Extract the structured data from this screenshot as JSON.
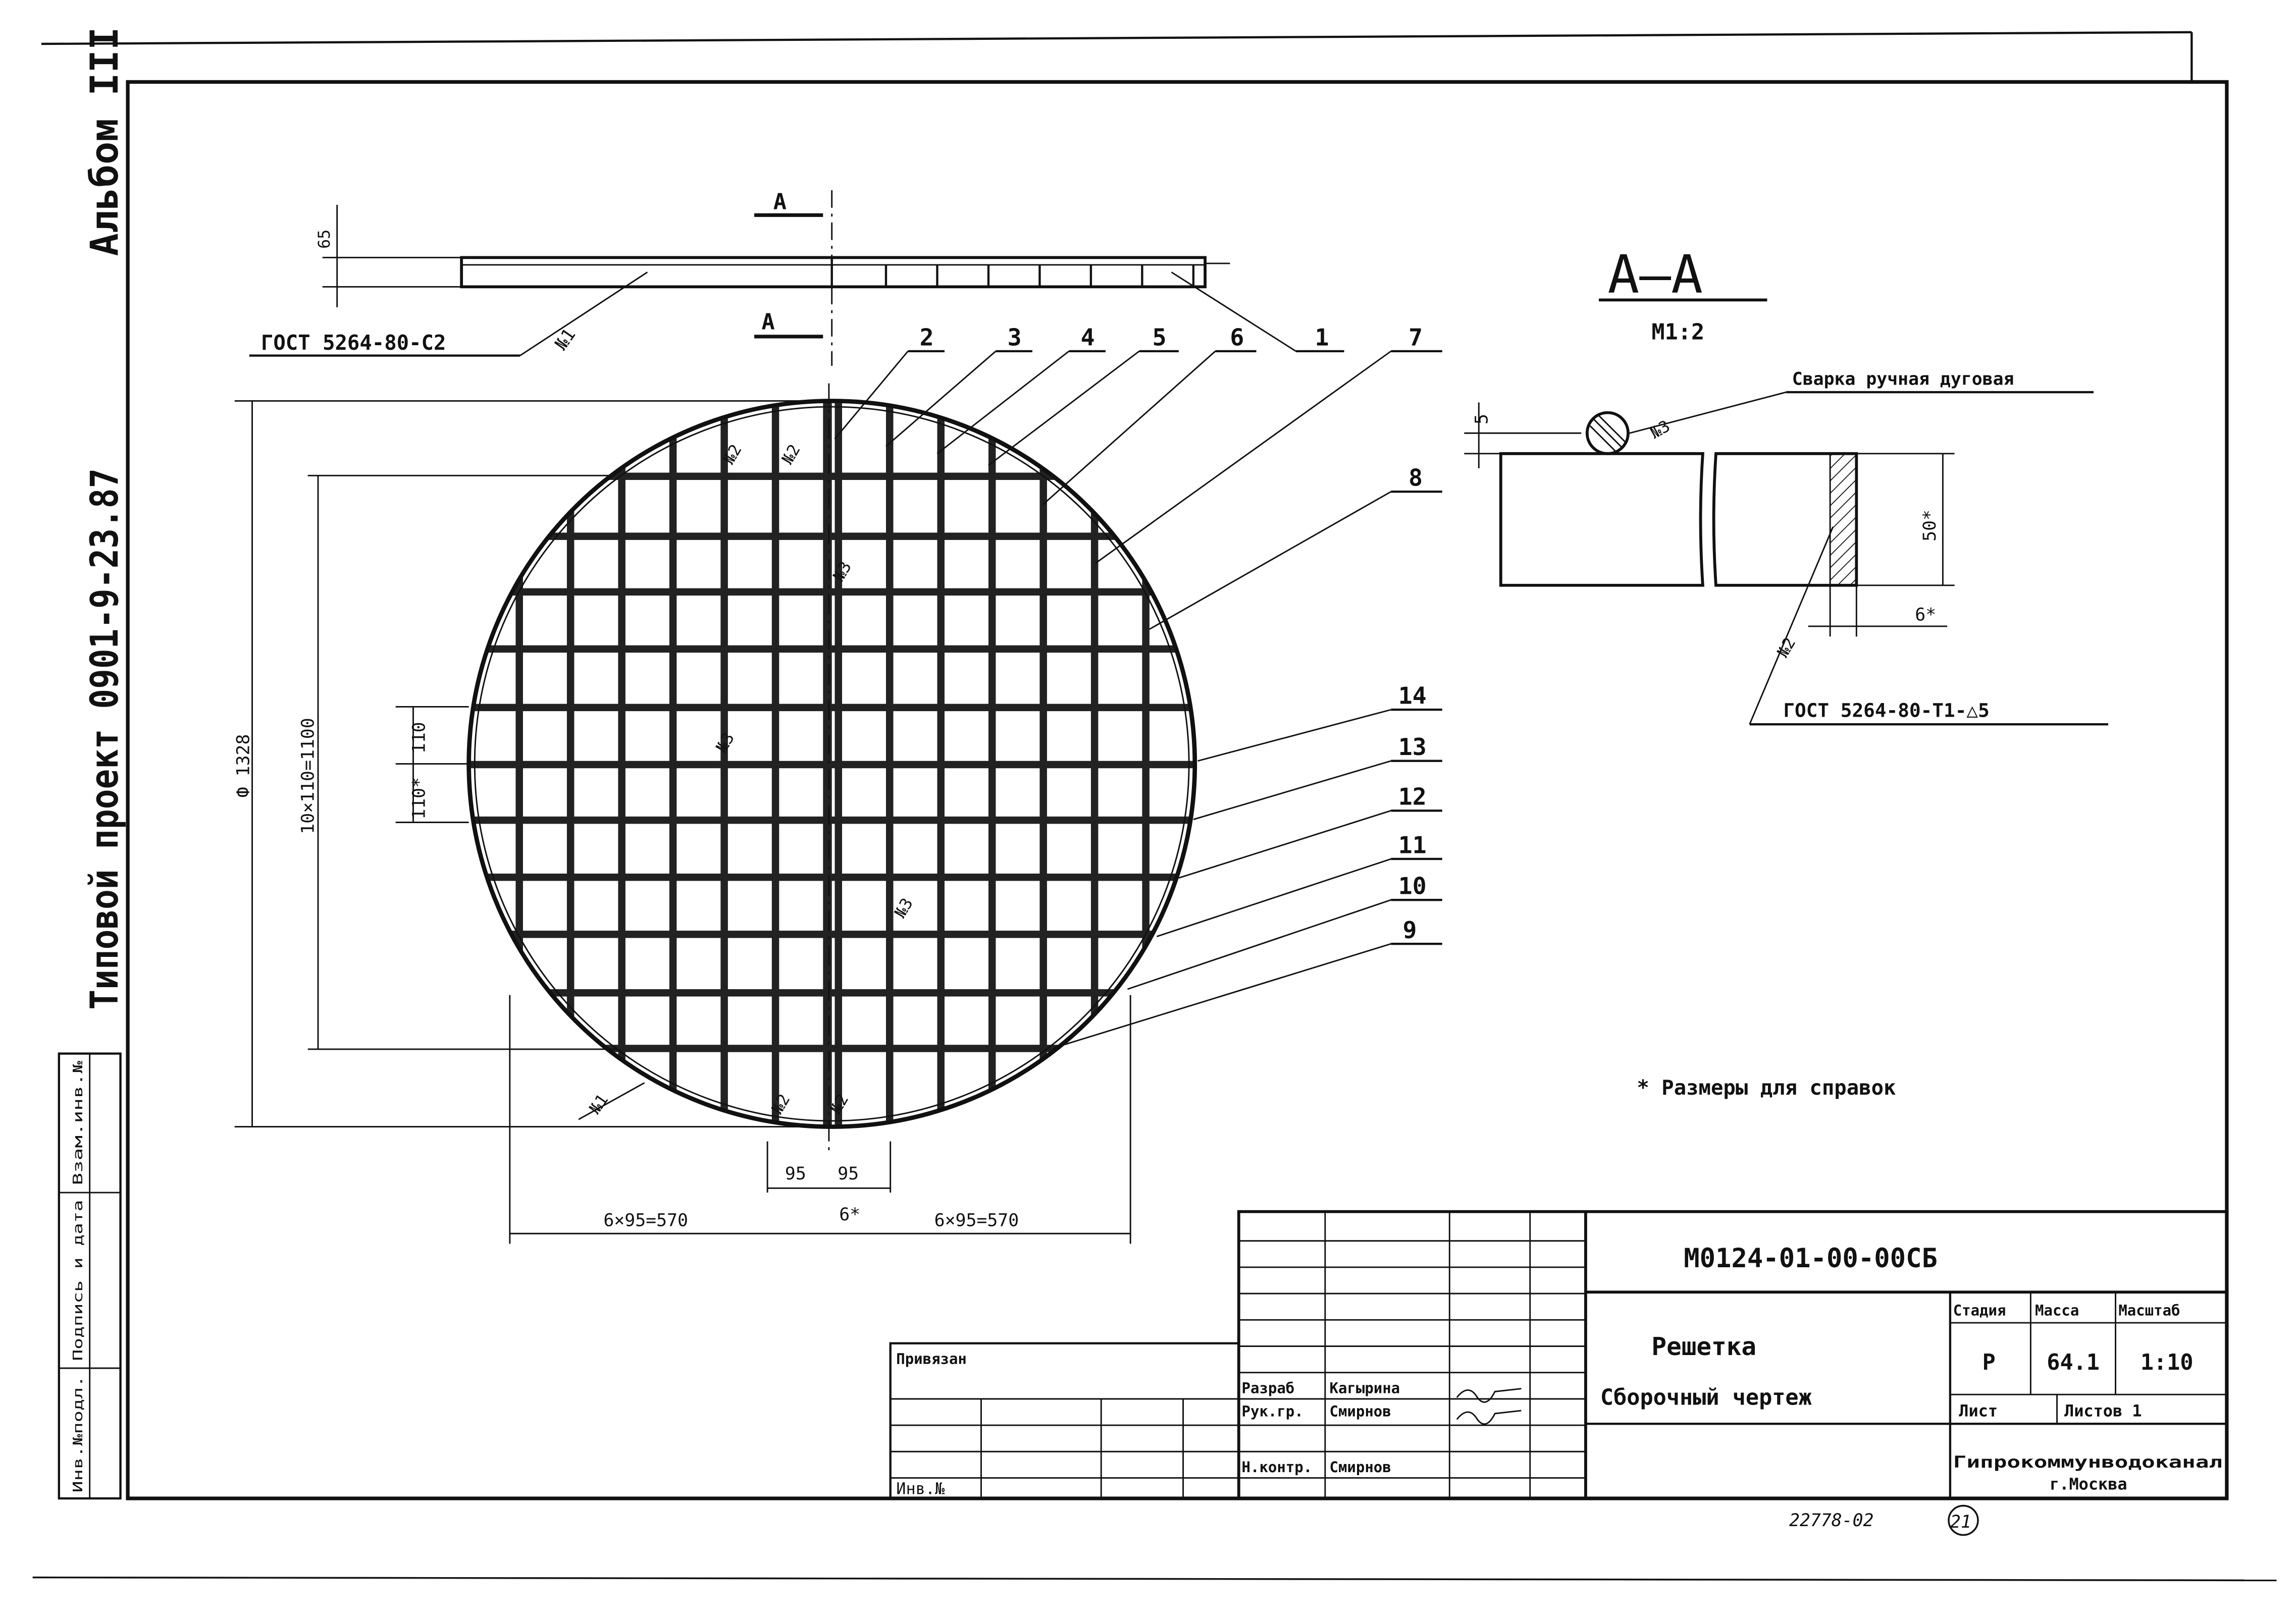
{
  "side_stamp": {
    "album": "Альбом III",
    "project": "Типовой проект 0901-9-23.87",
    "cols": [
      "Инв.№подл.",
      "Подпись и дата",
      "Взам.инв.№"
    ]
  },
  "plan_view": {
    "section_mark": "А",
    "thickness_dim": "65",
    "weld_symbol": "ГОСТ 5264-80-С2",
    "weld_no_1": "№1",
    "weld_no_2": "№2",
    "weld_no_3": "№3",
    "position_labels": [
      "1",
      "2",
      "3",
      "4",
      "5",
      "6",
      "7",
      "8",
      "9",
      "10",
      "11",
      "12",
      "13",
      "14"
    ],
    "diameter_dim": "Ф 1328",
    "height_dim": "10×110=1100",
    "pitch_dim": "110",
    "pitch_dim_star": "110*",
    "bottom_left_dim": "6×95=570",
    "bottom_right_dim": "6×95=570",
    "center_left_dim": "95",
    "center_right_dim": "95",
    "center_gap_dim": "6*"
  },
  "section": {
    "title": "А—А",
    "scale": "М1:2",
    "weld_label": "Сварка ручная дуговая",
    "weld_no": "№3",
    "weld_no_2": "№2",
    "dim_top": "5",
    "dim_height": "50*",
    "dim_width": "6*",
    "gost": "ГОСТ 5264-80-Т1-△5"
  },
  "note": "* Размеры для справок",
  "title_block": {
    "doc_code": "М0124-01-00-00СБ",
    "name": "Решетка",
    "type": "Сборочный чертеж",
    "stage_h": "Стадия",
    "mass_h": "Масса",
    "scale_h": "Масштаб",
    "stage": "Р",
    "mass": "64.1",
    "scale": "1:10",
    "sheet_h": "Лист",
    "sheets_h": "Листов 1",
    "org": "Гипрокоммунводоканал",
    "city": "г.Москва",
    "role1": "Разраб",
    "name1": "Кагырина",
    "role2": "Рук.гр.",
    "name2": "Смирнов",
    "role3": "Н.контр.",
    "name3": "Смирнов",
    "privyazan": "Привязан",
    "inv": "Инв.№"
  },
  "footer": {
    "archive_no": "22778-02",
    "sheet_circle": "21"
  }
}
